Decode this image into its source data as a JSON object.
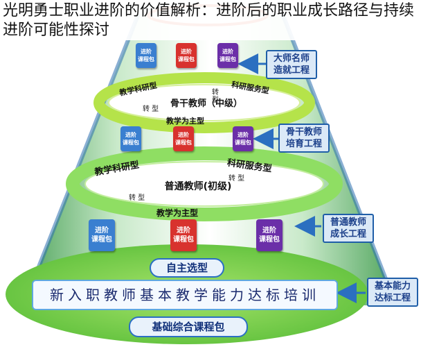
{
  "title": "光明勇士职业进阶的价值解析：进阶后的职业成长路径与持续进阶可能性探讨",
  "colors": {
    "blue_pkg": "#3a7fd0",
    "red_pkg": "#d8322e",
    "purple_pkg": "#6b2fa8",
    "ring_green": "#9ad84a",
    "ring_inner_green": "#c9ef8c",
    "base_green": "#7fd14e",
    "arrow_blue": "#2b6fc0"
  },
  "side_labels": {
    "master": "大师名师\n造就工程",
    "backbone": "骨干教师\n培育工程",
    "ordinary": "普通教师\n成长工程",
    "basic": "基本能力\n达标工程"
  },
  "top_level": {
    "packages": [
      "进阶\n课程包",
      "进阶\n课程包",
      "进阶\n课程包"
    ]
  },
  "middle_level": {
    "title": "骨干教师（中级）",
    "left_arc": "教学科研型",
    "right_arc": "科研服务型",
    "bottom_arc": "教学为主型",
    "turn_left": "转 型",
    "turn_right": "转\n型",
    "packages": [
      "进阶\n课程包",
      "进阶\n课程包",
      "进阶\n课程包"
    ]
  },
  "lower_level": {
    "title": "普通教师(初级)",
    "left_arc": "教学科研型",
    "right_arc": "科研服务型",
    "bottom_arc": "教学为主型",
    "turn_left": "转 型",
    "turn_right": "转 型",
    "packages": [
      "进阶\n课程包",
      "进阶\n课程包",
      "进阶\n课程包"
    ]
  },
  "base": {
    "self_select": "自主选型",
    "training": "新入职教师基本教学能力达标培训",
    "basic_pkg": "基础综合课程包"
  }
}
